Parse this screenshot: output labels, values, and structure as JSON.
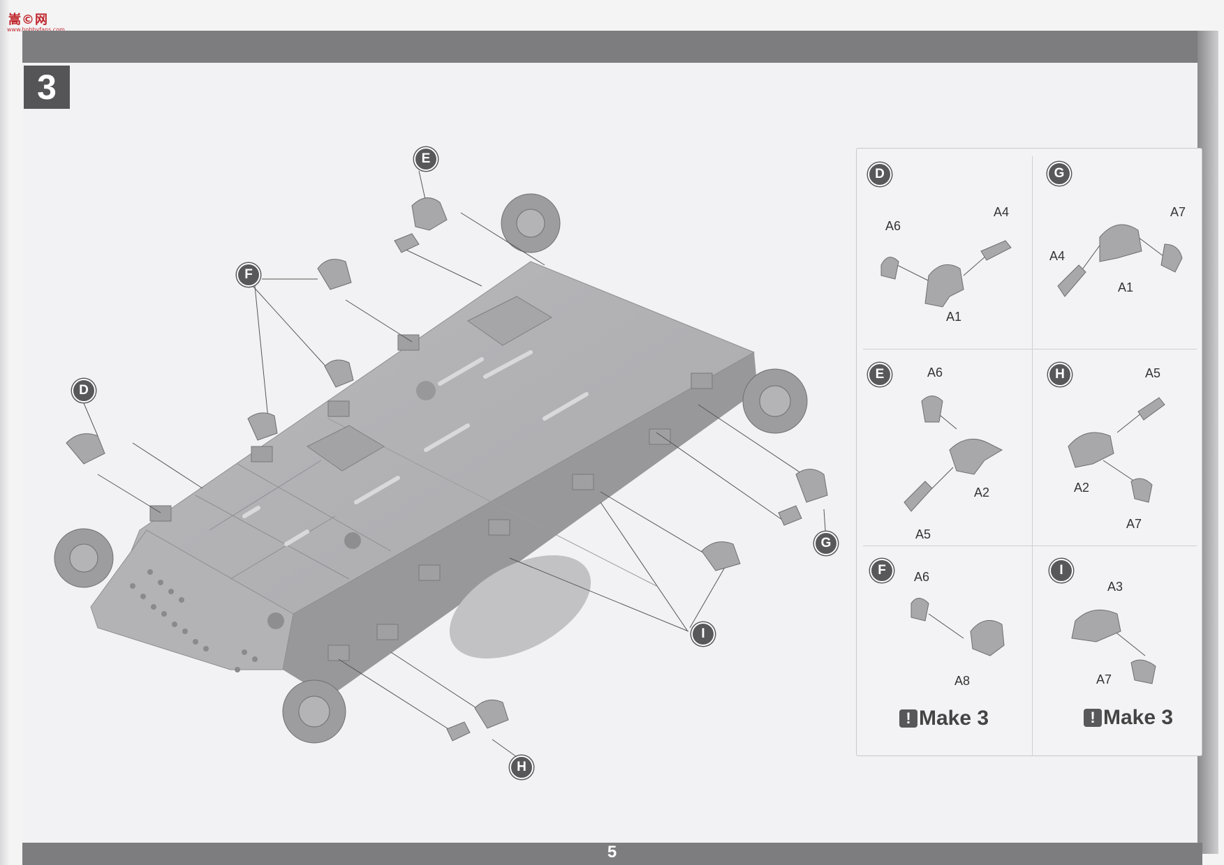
{
  "watermark": {
    "text": "嵩©网",
    "sub": "www.hobbyfans.com"
  },
  "step": {
    "number": "3"
  },
  "page": {
    "number": "5"
  },
  "main_callouts": {
    "d": "D",
    "e": "E",
    "f": "F",
    "g": "G",
    "h": "H",
    "i": "I"
  },
  "subassemblies": [
    {
      "letter": "D",
      "parts": [
        "A6",
        "A4",
        "A1"
      ]
    },
    {
      "letter": "G",
      "parts": [
        "A7",
        "A4",
        "A1"
      ]
    },
    {
      "letter": "E",
      "parts": [
        "A6",
        "A2",
        "A5"
      ]
    },
    {
      "letter": "H",
      "parts": [
        "A5",
        "A2",
        "A7"
      ]
    },
    {
      "letter": "F",
      "parts": [
        "A6",
        "A8"
      ],
      "note": "Make 3"
    },
    {
      "letter": "I",
      "parts": [
        "A3",
        "A7"
      ],
      "note": "Make 3"
    }
  ],
  "make_icon": "!",
  "colors": {
    "bar": "#7d7d7f",
    "callout": "#58585b",
    "parts": "#a8a8ab"
  }
}
